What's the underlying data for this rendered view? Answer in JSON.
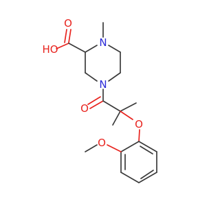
{
  "molecule": {
    "atoms": {
      "carboxyl_oxygen": "O",
      "hydroxyl": "HO",
      "amine_n1": "N",
      "amine_n4": "N",
      "ketone_oxygen": "O",
      "ether_oxygen": "O",
      "methoxy_oxygen": "O"
    },
    "colors": {
      "bond": "#3a3a3a",
      "oxygen": "#e8231e",
      "nitrogen": "#2a2ad8",
      "background": "#ffffff"
    }
  }
}
